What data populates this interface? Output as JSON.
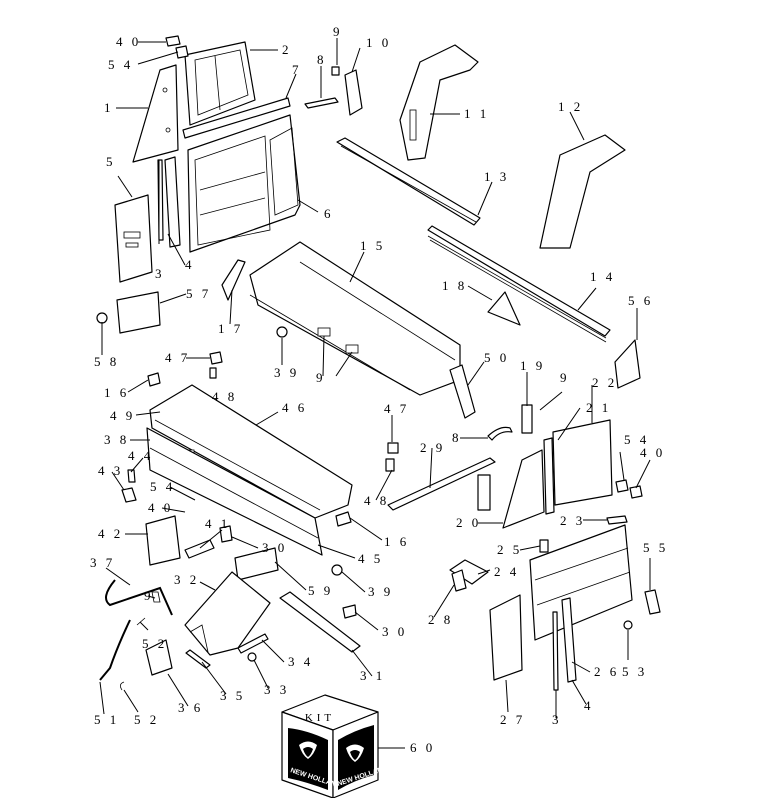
{
  "callouts": [
    {
      "id": "c40a",
      "text": "4 0"
    },
    {
      "id": "c54a",
      "text": "5 4"
    },
    {
      "id": "c2a",
      "text": "2"
    },
    {
      "id": "c9a",
      "text": "9"
    },
    {
      "id": "c10",
      "text": "1 0"
    },
    {
      "id": "c8a",
      "text": "8"
    },
    {
      "id": "c7",
      "text": "7"
    },
    {
      "id": "c1",
      "text": "1"
    },
    {
      "id": "c11",
      "text": "1 1"
    },
    {
      "id": "c12",
      "text": "1 2"
    },
    {
      "id": "c5a",
      "text": "5"
    },
    {
      "id": "c6",
      "text": "6"
    },
    {
      "id": "c13",
      "text": "1 3"
    },
    {
      "id": "c3a",
      "text": "3"
    },
    {
      "id": "c4a",
      "text": "4"
    },
    {
      "id": "c15",
      "text": "1 5"
    },
    {
      "id": "c14",
      "text": "1 4"
    },
    {
      "id": "c18",
      "text": "1 8"
    },
    {
      "id": "c57",
      "text": "5 7"
    },
    {
      "id": "c17",
      "text": "1 7"
    },
    {
      "id": "c56",
      "text": "5 6"
    },
    {
      "id": "c58",
      "text": "5 8"
    },
    {
      "id": "c47a",
      "text": "4 7"
    },
    {
      "id": "c39a",
      "text": "3 9"
    },
    {
      "id": "c9b",
      "text": "9"
    },
    {
      "id": "c50",
      "text": "5 0"
    },
    {
      "id": "c19",
      "text": "1 9"
    },
    {
      "id": "c9c",
      "text": "9"
    },
    {
      "id": "c22",
      "text": "2 2"
    },
    {
      "id": "c16a",
      "text": "1 6"
    },
    {
      "id": "c48a",
      "text": "4 8"
    },
    {
      "id": "c49",
      "text": "4 9"
    },
    {
      "id": "c46",
      "text": "4 6"
    },
    {
      "id": "c47b",
      "text": "4 7"
    },
    {
      "id": "c21",
      "text": "2 1"
    },
    {
      "id": "c38",
      "text": "3 8"
    },
    {
      "id": "c8b",
      "text": "8"
    },
    {
      "id": "c54b",
      "text": "5 4"
    },
    {
      "id": "c29",
      "text": "2 9"
    },
    {
      "id": "c40b",
      "text": "4 0"
    },
    {
      "id": "c43",
      "text": "4 3"
    },
    {
      "id": "c44",
      "text": "4 4"
    },
    {
      "id": "c48b",
      "text": "4 8"
    },
    {
      "id": "c54c",
      "text": "5 4"
    },
    {
      "id": "c40c",
      "text": "4 0"
    },
    {
      "id": "c16b",
      "text": "1 6"
    },
    {
      "id": "c20",
      "text": "2 0"
    },
    {
      "id": "c23",
      "text": "2 3"
    },
    {
      "id": "c41",
      "text": "4 1"
    },
    {
      "id": "c42",
      "text": "4 2"
    },
    {
      "id": "c30a",
      "text": "3 0"
    },
    {
      "id": "c45",
      "text": "4 5"
    },
    {
      "id": "c25",
      "text": "2 5"
    },
    {
      "id": "c55",
      "text": "5 5"
    },
    {
      "id": "c37",
      "text": "3 7"
    },
    {
      "id": "c32",
      "text": "3 2"
    },
    {
      "id": "c24",
      "text": "2 4"
    },
    {
      "id": "c59",
      "text": "5 9"
    },
    {
      "id": "c39b",
      "text": "3 9"
    },
    {
      "id": "c9d",
      "text": "9"
    },
    {
      "id": "c28",
      "text": "2 8"
    },
    {
      "id": "c30b",
      "text": "3 0"
    },
    {
      "id": "c52a",
      "text": "5 2"
    },
    {
      "id": "c34",
      "text": "3 4"
    },
    {
      "id": "c26",
      "text": "2 6"
    },
    {
      "id": "c53",
      "text": "5 3"
    },
    {
      "id": "c31",
      "text": "3 1"
    },
    {
      "id": "c33",
      "text": "3 3"
    },
    {
      "id": "c36",
      "text": "3 6"
    },
    {
      "id": "c35",
      "text": "3 5"
    },
    {
      "id": "c3b",
      "text": "3"
    },
    {
      "id": "c4b",
      "text": "4"
    },
    {
      "id": "c51",
      "text": "5 1"
    },
    {
      "id": "c52b",
      "text": "5 2"
    },
    {
      "id": "c27",
      "text": "2 7"
    },
    {
      "id": "c60",
      "text": "6 0"
    }
  ],
  "kit_box": {
    "label": "KIT",
    "brand": "NEW HOLLAND"
  }
}
